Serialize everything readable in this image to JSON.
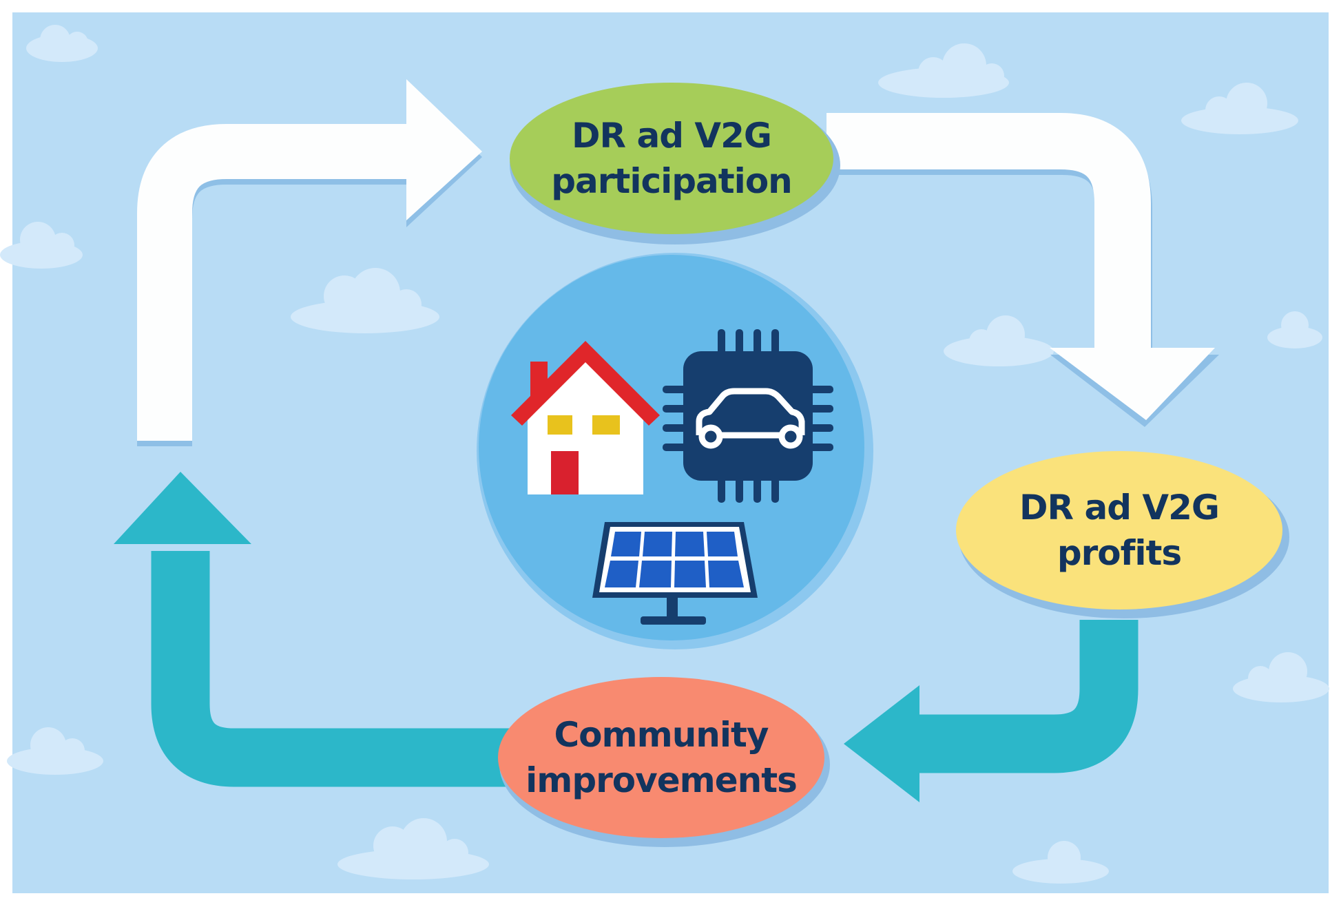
{
  "colors": {
    "background": "#b8dcf5",
    "cloud": "#d3e9fa",
    "frame": "#ffffff",
    "flow_arrow": "#fdfefe",
    "flow_arrow_shadow": "#8ebfe6",
    "return_arrow": "#2cb7c9",
    "text": "#12345e",
    "participation_node": "#a6cd59",
    "profits_node": "#fae27b",
    "community_node": "#f88a70",
    "center_circle": "#65b9e9",
    "center_ring": "#8cc8ef"
  },
  "nodes": {
    "participation": {
      "line1": "DR ad V2G",
      "line2": "participation"
    },
    "profits": {
      "line1": "DR ad V2G",
      "line2": "profits"
    },
    "community": {
      "line1": "Community",
      "line2": "improvements"
    }
  },
  "center_icons": [
    "house-icon",
    "ev-chip-icon",
    "solar-panel-icon"
  ],
  "flow": [
    {
      "from": "Community improvements",
      "to": "DR ad V2G participation",
      "arrow": "white"
    },
    {
      "from": "DR ad V2G participation",
      "to": "DR ad V2G profits",
      "arrow": "white"
    },
    {
      "from": "DR ad V2G profits",
      "to": "Community improvements",
      "arrow": "teal"
    },
    {
      "from": "Community improvements",
      "to": "DR ad V2G participation",
      "arrow": "teal"
    }
  ]
}
